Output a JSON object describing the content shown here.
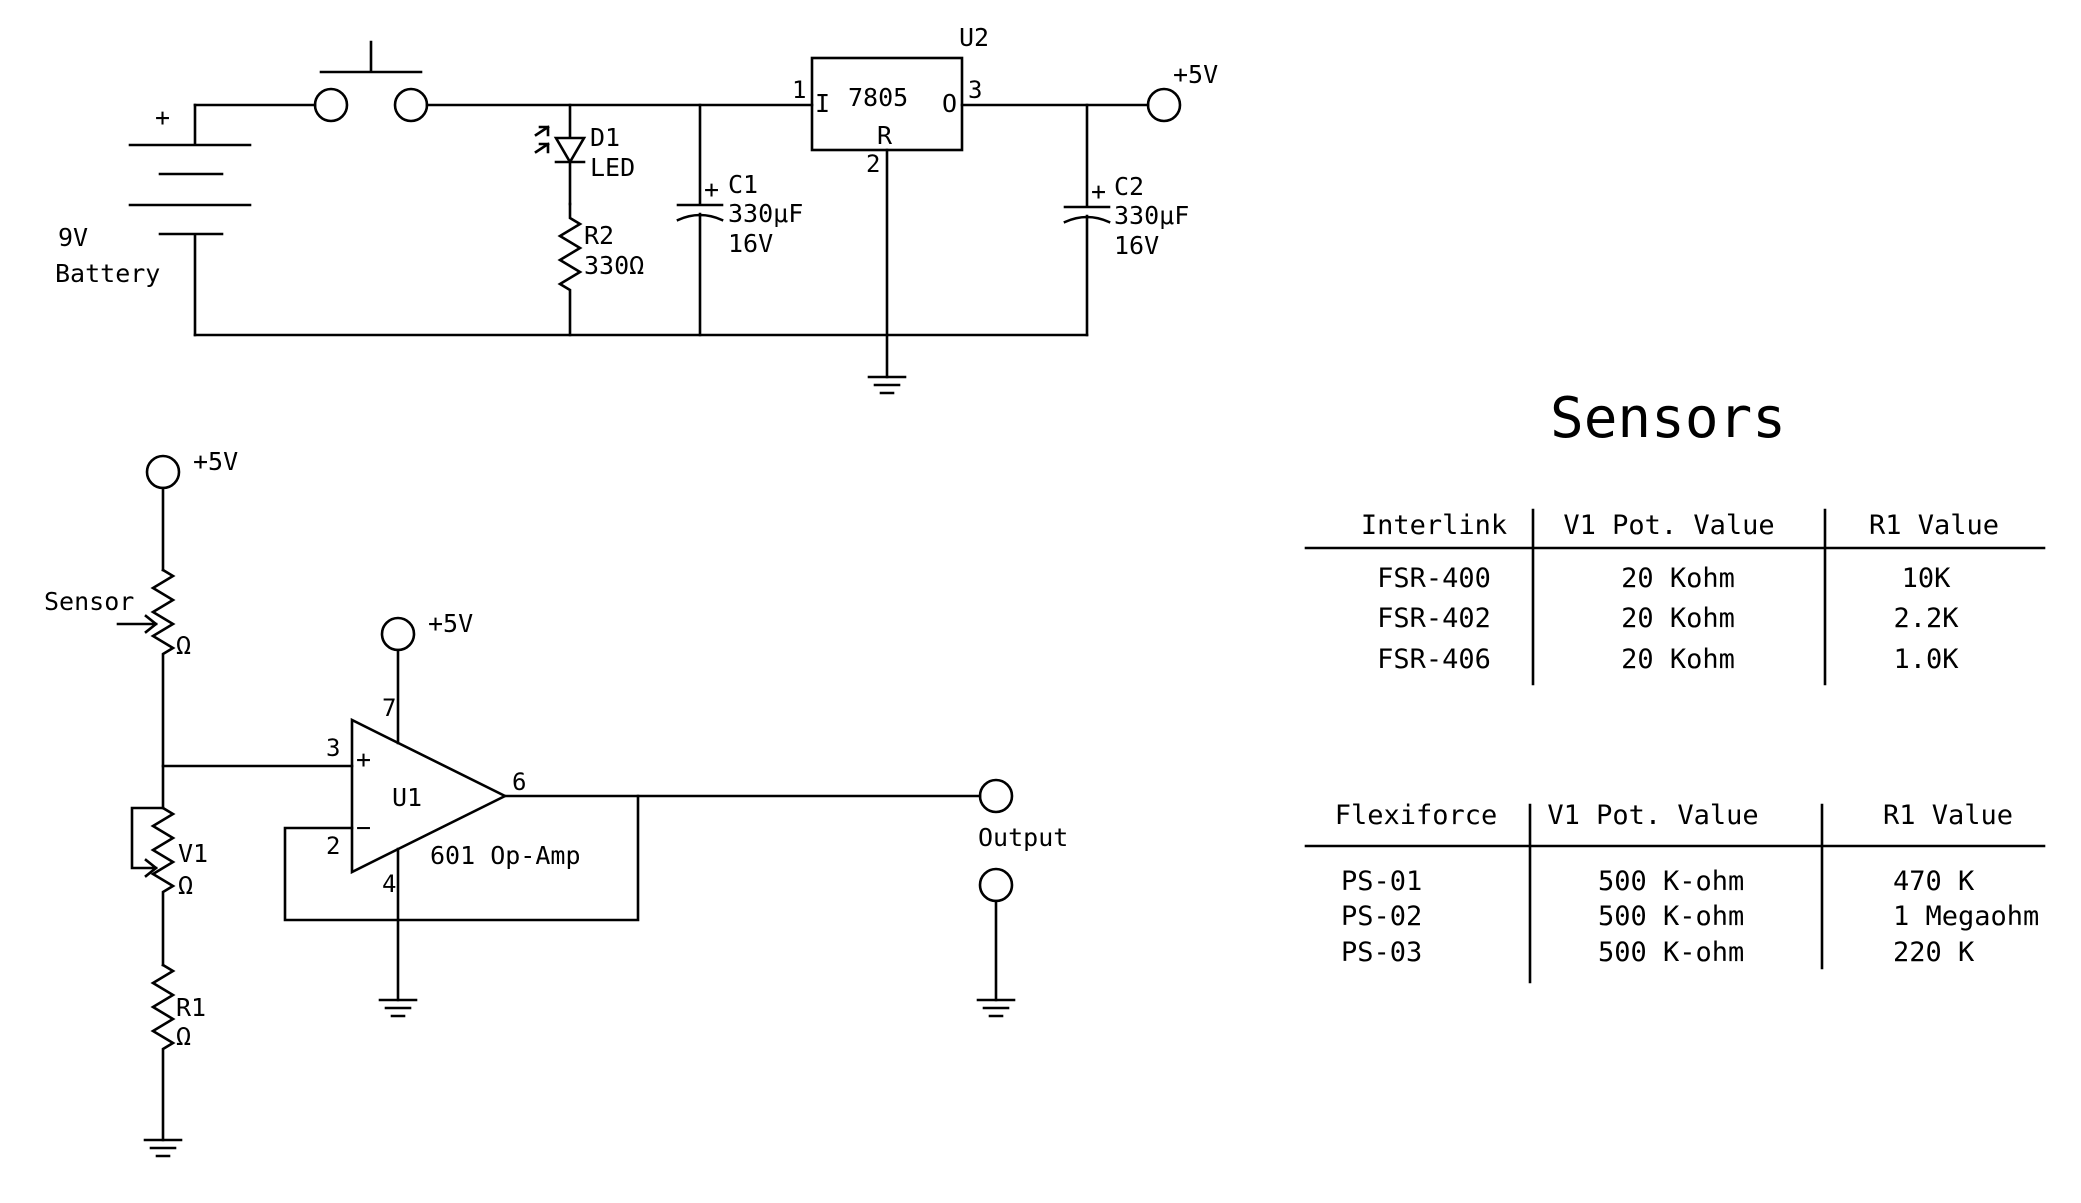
{
  "power_supply": {
    "battery": {
      "plus": "+",
      "voltage": "9V",
      "label": "Battery"
    },
    "d1": {
      "ref": "D1",
      "type": "LED"
    },
    "r2": {
      "ref": "R2",
      "value": "330Ω"
    },
    "c1": {
      "plus": "+",
      "ref": "C1",
      "value": "330μF",
      "voltage": "16V"
    },
    "c2": {
      "plus": "+",
      "ref": "C2",
      "value": "330μF",
      "voltage": "16V"
    },
    "regulator": {
      "ref": "U2",
      "part": "7805",
      "pin_in_letter": "I",
      "pin_out_letter": "O",
      "pin_ref_letter": "R",
      "pin_in_num": "1",
      "pin_out_num": "3",
      "pin_ref_num": "2"
    },
    "out_label": "+5V"
  },
  "amplifier": {
    "sensor_supply": "+5V",
    "sensor": {
      "label": "Sensor",
      "unit": "Ω"
    },
    "v1": {
      "ref": "V1",
      "unit": "Ω"
    },
    "r1": {
      "ref": "R1",
      "unit": "Ω"
    },
    "opamp": {
      "ref": "U1",
      "part": "601 Op-Amp",
      "plus": "+",
      "minus": "−",
      "pin_vcc": "7",
      "pin_noninv": "3",
      "pin_inv": "2",
      "pin_gnd": "4",
      "pin_out": "6"
    },
    "opamp_supply": "+5V",
    "output_label": "Output"
  },
  "sensors": {
    "title": "Sensors",
    "interlink": {
      "headers": [
        "Interlink",
        "V1 Pot. Value",
        "R1 Value"
      ],
      "rows": [
        [
          "FSR-400",
          "20 Kohm",
          "10K"
        ],
        [
          "FSR-402",
          "20 Kohm",
          "2.2K"
        ],
        [
          "FSR-406",
          "20 Kohm",
          "1.0K"
        ]
      ]
    },
    "flexiforce": {
      "headers": [
        "Flexiforce",
        "V1 Pot. Value",
        "R1 Value"
      ],
      "rows": [
        [
          "PS-01",
          "500 K-ohm",
          "470 K"
        ],
        [
          "PS-02",
          "500 K-ohm",
          "1 Megaohm"
        ],
        [
          "PS-03",
          "500 K-ohm",
          "220 K"
        ]
      ]
    }
  }
}
